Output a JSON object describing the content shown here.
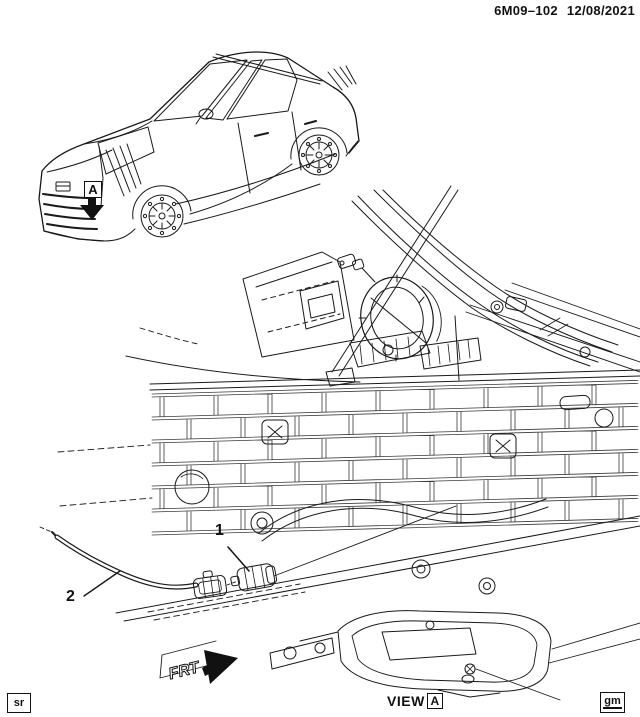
{
  "header": {
    "figure_code": "6M09–102",
    "date": "12/08/2021"
  },
  "callouts": {
    "location_letter": "A",
    "part_numbers": [
      "1",
      "2"
    ]
  },
  "labels": {
    "front_direction": "FRT",
    "view_prefix": "VIEW",
    "view_letter": "A"
  },
  "footer": {
    "left_stamp": "sr",
    "right_stamp": "gm"
  },
  "colors": {
    "ink": "#1a1a1a",
    "paper": "#ffffff"
  }
}
